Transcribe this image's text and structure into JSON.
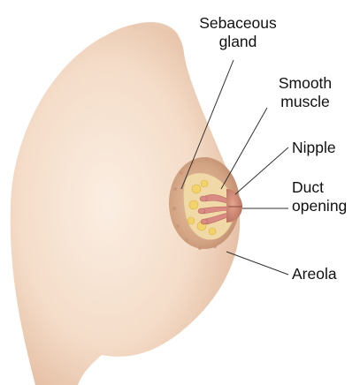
{
  "labels": {
    "sebaceous_gland": [
      "Sebaceous",
      "gland"
    ],
    "smooth_muscle": [
      "Smooth",
      "muscle"
    ],
    "nipple": [
      "Nipple"
    ],
    "duct_opening": [
      "Duct",
      "opening"
    ],
    "areola": [
      "Areola"
    ]
  },
  "colors": {
    "skin_light": "#f7e6d8",
    "skin_mid": "#efd2bd",
    "skin_shadow": "#d9ae92",
    "areola": "#cc9a7a",
    "areola_edge": "#b9896b",
    "gland_yellow": "#f2d36a",
    "duct_pink": "#d98b83",
    "leader_line": "#333333"
  }
}
